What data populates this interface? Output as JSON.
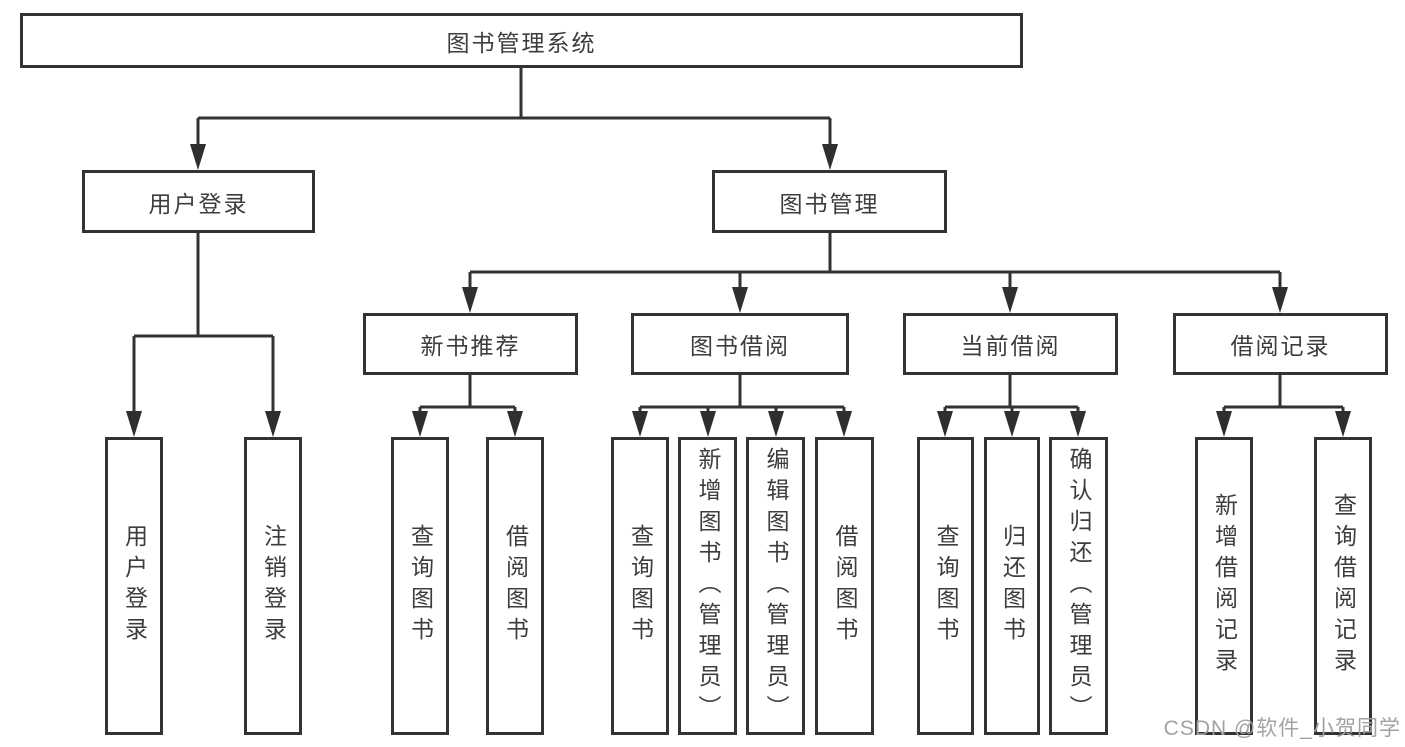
{
  "tree": {
    "root": {
      "label": "图书管理系统"
    },
    "level2": [
      {
        "label": "用户登录"
      },
      {
        "label": "图书管理"
      }
    ],
    "level3": [
      {
        "label": "新书推荐"
      },
      {
        "label": "图书借阅"
      },
      {
        "label": "当前借阅"
      },
      {
        "label": "借阅记录"
      }
    ],
    "leaves": [
      {
        "label": "用户登录"
      },
      {
        "label": "注销登录"
      },
      {
        "label": "查询图书"
      },
      {
        "label": "借阅图书"
      },
      {
        "label": "查询图书"
      },
      {
        "label": "新增图书（管理员）"
      },
      {
        "label": "编辑图书（管理员）"
      },
      {
        "label": "借阅图书"
      },
      {
        "label": "查询图书"
      },
      {
        "label": "归还图书"
      },
      {
        "label": "确认归还（管理员）"
      },
      {
        "label": "新增借阅记录"
      },
      {
        "label": "查询借阅记录"
      }
    ]
  },
  "watermark": {
    "text": "CSDN @软件_小贺同学"
  },
  "colors": {
    "line": "#333333",
    "box_border": "#333333",
    "text": "#3d3d3d",
    "background": "#ffffff",
    "watermark": "#a2a2a2"
  }
}
